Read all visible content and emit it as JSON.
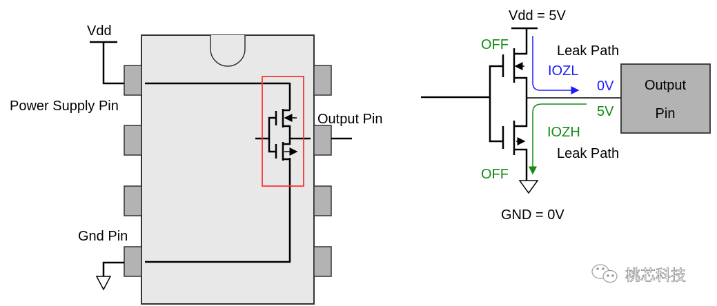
{
  "left_diagram": {
    "labels": {
      "vdd": "Vdd",
      "power_supply_pin": "Power Supply Pin",
      "output_pin": "Output Pin",
      "gnd_pin": "Gnd Pin"
    },
    "colors": {
      "chip_body": "#e8e8e8",
      "pin": "#b3b3b3",
      "highlight_box": "#ff3333"
    }
  },
  "right_diagram": {
    "labels": {
      "vdd": "Vdd = 5V",
      "gnd": "GND = 0V",
      "off_top": "OFF",
      "off_bottom": "OFF",
      "leak_path_top": "Leak Path",
      "leak_path_bottom": "Leak Path",
      "iozl": "IOZL",
      "iozh": "IOZH",
      "v_low": "0V",
      "v_high": "5V",
      "output_pin_line1": "Output",
      "output_pin_line2": "Pin"
    },
    "colors": {
      "iozl": "#1a1aff",
      "iozh": "#138a13",
      "off": "#138a13",
      "output_box": "#b3b3b3"
    }
  },
  "watermark": {
    "icon": "wechat-icon",
    "text": "桃芯科技"
  }
}
